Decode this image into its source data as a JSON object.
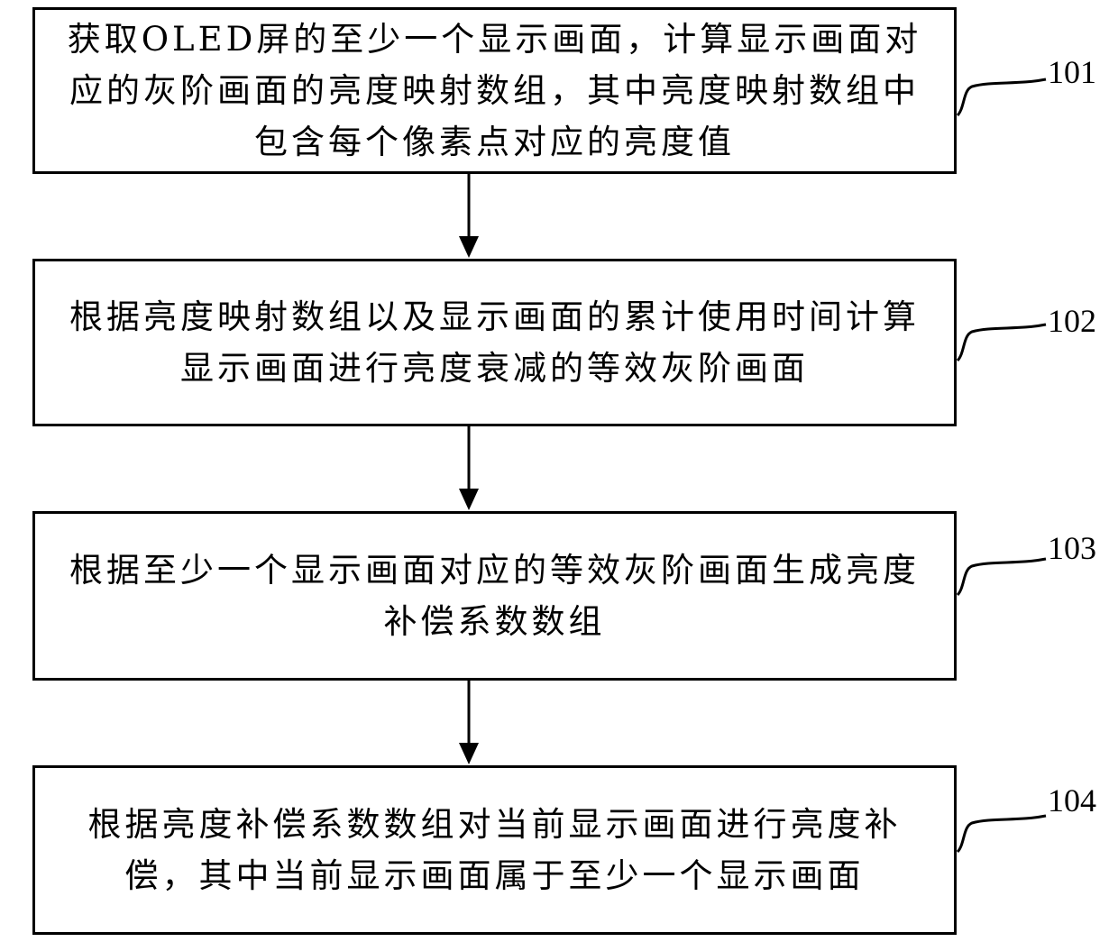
{
  "flowchart": {
    "steps": [
      {
        "id": "101",
        "text": "获取OLED屏的至少一个显示画面，计算显示画面对应的灰阶画面的亮度映射数组，其中亮度映射数组中包含每个像素点对应的亮度值"
      },
      {
        "id": "102",
        "text": "根据亮度映射数组以及显示画面的累计使用时间计算显示画面进行亮度衰减的等效灰阶画面"
      },
      {
        "id": "103",
        "text": "根据至少一个显示画面对应的等效灰阶画面生成亮度补偿系数数组"
      },
      {
        "id": "104",
        "text": "根据亮度补偿系数数组对当前显示画面进行亮度补偿，其中当前显示画面属于至少一个显示画面"
      }
    ]
  }
}
